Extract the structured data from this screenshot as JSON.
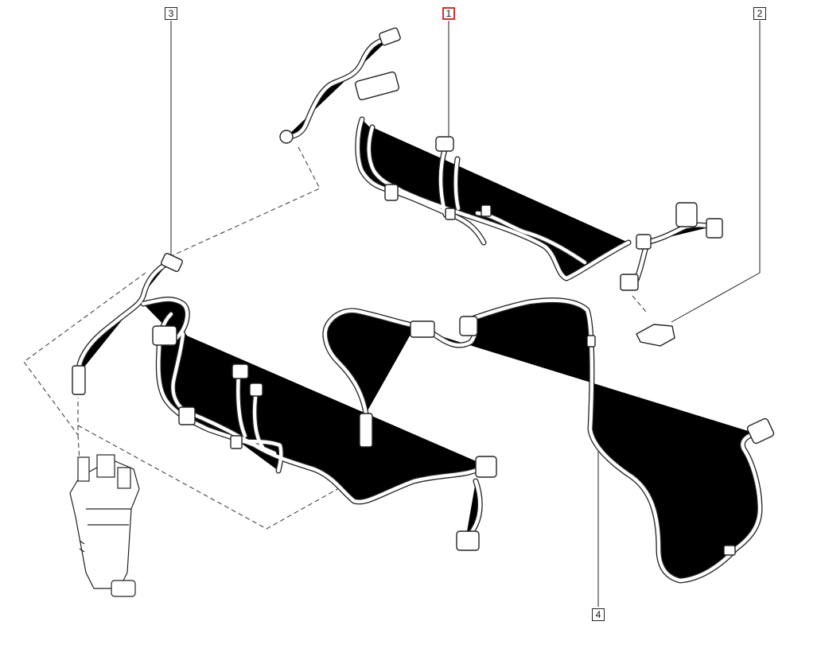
{
  "diagram": {
    "callouts": [
      {
        "id": "1",
        "label": "1",
        "active": true,
        "accent": "#d32f2f"
      },
      {
        "id": "2",
        "label": "2",
        "active": false
      },
      {
        "id": "3",
        "label": "3",
        "active": false
      },
      {
        "id": "4",
        "label": "4",
        "active": false
      }
    ]
  },
  "colors": {
    "line": "#222222",
    "background": "#ffffff",
    "highlight": "#d32f2f"
  }
}
